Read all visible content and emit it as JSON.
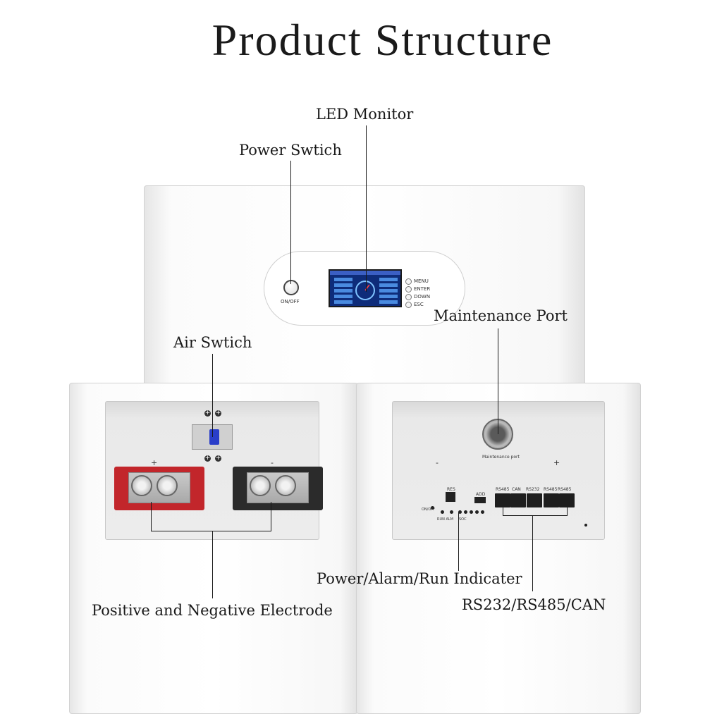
{
  "title": "Product Structure",
  "labels": {
    "led_monitor": "LED Monitor",
    "power_switch": "Power Swtich",
    "maintenance_port": "Maintenance Port",
    "air_switch": "Air Swtich",
    "indicator": "Power/Alarm/Run Indicater",
    "comm_ports": "RS232/RS485/CAN",
    "electrode": "Positive and Negative Electrode"
  },
  "device_text": {
    "onoff": "ON/OFF",
    "menu": [
      "MENU",
      "ENTER",
      "DOWN",
      "ESC"
    ],
    "maintenance_port": "Maintenance port",
    "plus": "+",
    "minus": "-",
    "res": "RES",
    "adc": "ADD",
    "on_off_small": "ON/OFF",
    "run_alm": "RUN  ALM",
    "soc": "SOC",
    "port_labels": [
      "RS485",
      "CAN",
      "RS232",
      "RS485",
      "RS485"
    ]
  },
  "colors": {
    "positive_terminal": "#c2262b",
    "negative_terminal": "#2b2b2b",
    "screen": "#0e2c7a",
    "breaker_toggle": "#2a3ec9"
  }
}
